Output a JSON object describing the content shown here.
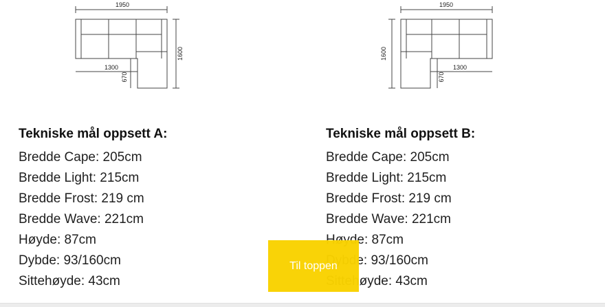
{
  "diagram_a": {
    "width_label": "1950",
    "depth_label": "1600",
    "seat_label": "1300",
    "chaise_label": "670"
  },
  "diagram_b": {
    "width_label": "1950",
    "depth_label": "1600",
    "seat_label": "1300",
    "chaise_label": "670"
  },
  "specs_a": {
    "title": "Tekniske mål oppsett A:",
    "items": [
      "Bredde Cape: 205cm",
      "Bredde Light: 215cm",
      "Bredde Frost: 219 cm",
      "Bredde Wave: 221cm",
      "Høyde: 87cm",
      "Dybde: 93/160cm",
      "Sittehøyde: 43cm"
    ]
  },
  "specs_b": {
    "title": "Tekniske mål oppsett B:",
    "items": [
      "Bredde Cape: 205cm",
      "Bredde Light: 215cm",
      "Bredde Frost: 219 cm",
      "Bredde Wave: 221cm",
      "Høyde: 87cm",
      "Dybde: 93/160cm",
      "Sittehøyde: 43cm"
    ]
  },
  "scroll_top": {
    "label": "Til toppen"
  },
  "colors": {
    "button": "#f9d200",
    "button_text": "#ffffff",
    "text": "#1a1a1a"
  }
}
